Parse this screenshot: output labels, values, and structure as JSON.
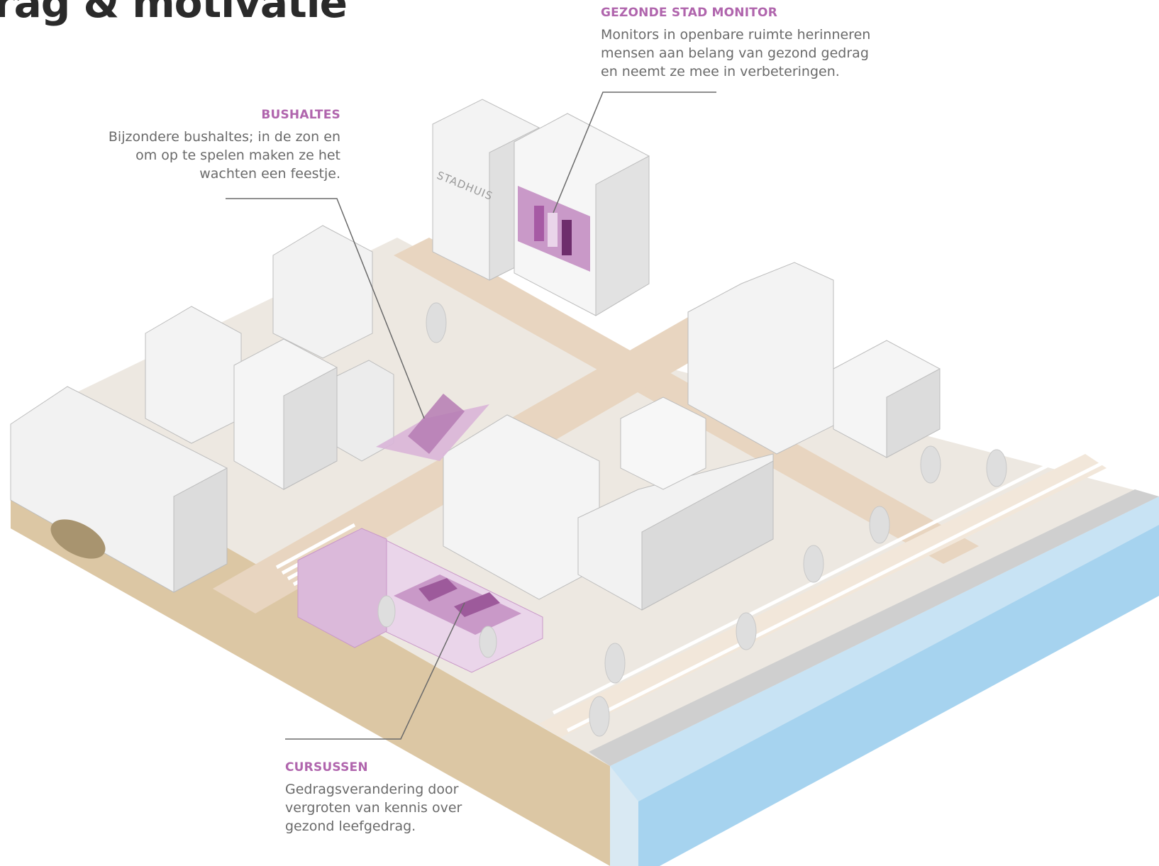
{
  "title": "rag & motivatie",
  "callouts": {
    "monitor": {
      "heading": "GEZONDE STAD MONITOR",
      "lines": [
        "Monitors in openbare ruimte herinneren",
        "mensen aan belang van gezond gedrag",
        "en neemt ze mee in verbeteringen."
      ]
    },
    "bushaltes": {
      "heading": "BUSHALTES",
      "lines": [
        "Bijzondere bushaltes; in de zon en",
        "om op te spelen maken ze het",
        "wachten een feestje."
      ]
    },
    "cursussen": {
      "heading": "CURSUSSEN",
      "lines": [
        "Gedragsverandering door",
        "vergroten van kennis over",
        "gezond leefgedrag."
      ]
    }
  },
  "building_sign": "STADHUIS",
  "colors": {
    "accent": "#b065ad",
    "purple_fill": "#c999c8",
    "purple_dark": "#7a3b78",
    "purple_light": "#ead5ea",
    "ground": "#ede8e1",
    "road": "#e8d5c0",
    "earth": "#dcc7a4",
    "water": "#c8e3f4",
    "water_dark": "#8cc8ec",
    "building": "#f3f3f3",
    "building_shade": "#d9d9d9",
    "leader": "#6a6a6a"
  }
}
